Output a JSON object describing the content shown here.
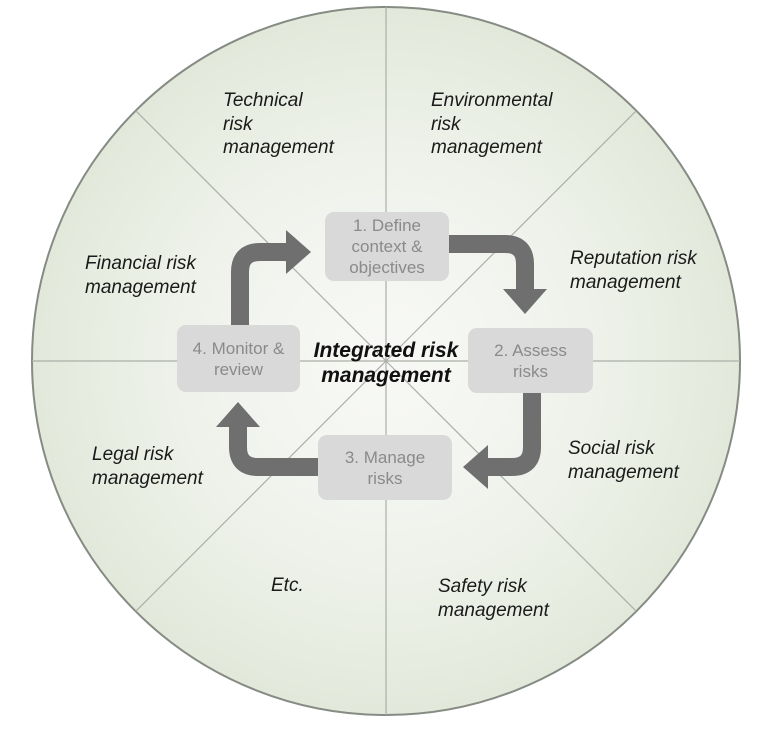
{
  "title": {
    "lines": [
      "Integrated risk",
      "management"
    ]
  },
  "steps": [
    {
      "id": "step-1",
      "lines": [
        "1. Define",
        "context &",
        "objectives"
      ]
    },
    {
      "id": "step-2",
      "lines": [
        "2. Assess",
        "risks"
      ]
    },
    {
      "id": "step-3",
      "lines": [
        "3. Manage",
        "risks"
      ]
    },
    {
      "id": "step-4",
      "lines": [
        "4. Monitor &",
        "review"
      ]
    }
  ],
  "sectors": [
    {
      "id": "technical",
      "lines": [
        "Technical",
        "risk",
        "management"
      ]
    },
    {
      "id": "environmental",
      "lines": [
        "Environmental",
        "risk",
        "management"
      ]
    },
    {
      "id": "reputation",
      "lines": [
        "Reputation risk",
        "management"
      ]
    },
    {
      "id": "social",
      "lines": [
        "Social risk",
        "management"
      ]
    },
    {
      "id": "safety",
      "lines": [
        "Safety risk",
        "management"
      ]
    },
    {
      "id": "etc",
      "lines": [
        "Etc."
      ]
    },
    {
      "id": "legal",
      "lines": [
        "Legal risk",
        "management"
      ]
    },
    {
      "id": "financial",
      "lines": [
        "Financial risk",
        "management"
      ]
    }
  ],
  "colors": {
    "arrow": "#6f6f6f",
    "box-fill": "#d9d9d9",
    "box-text": "#8a8a8a",
    "label": "#1a1a1a",
    "title": "#111111",
    "rim-stroke": "#868b84",
    "divider": "#aab0a7",
    "wheel-center": "#f8f9f6",
    "wheel-mid": "#f1f4ee",
    "wheel-outer": "#e9eee3",
    "wheel-edge": "#e2e8da"
  }
}
